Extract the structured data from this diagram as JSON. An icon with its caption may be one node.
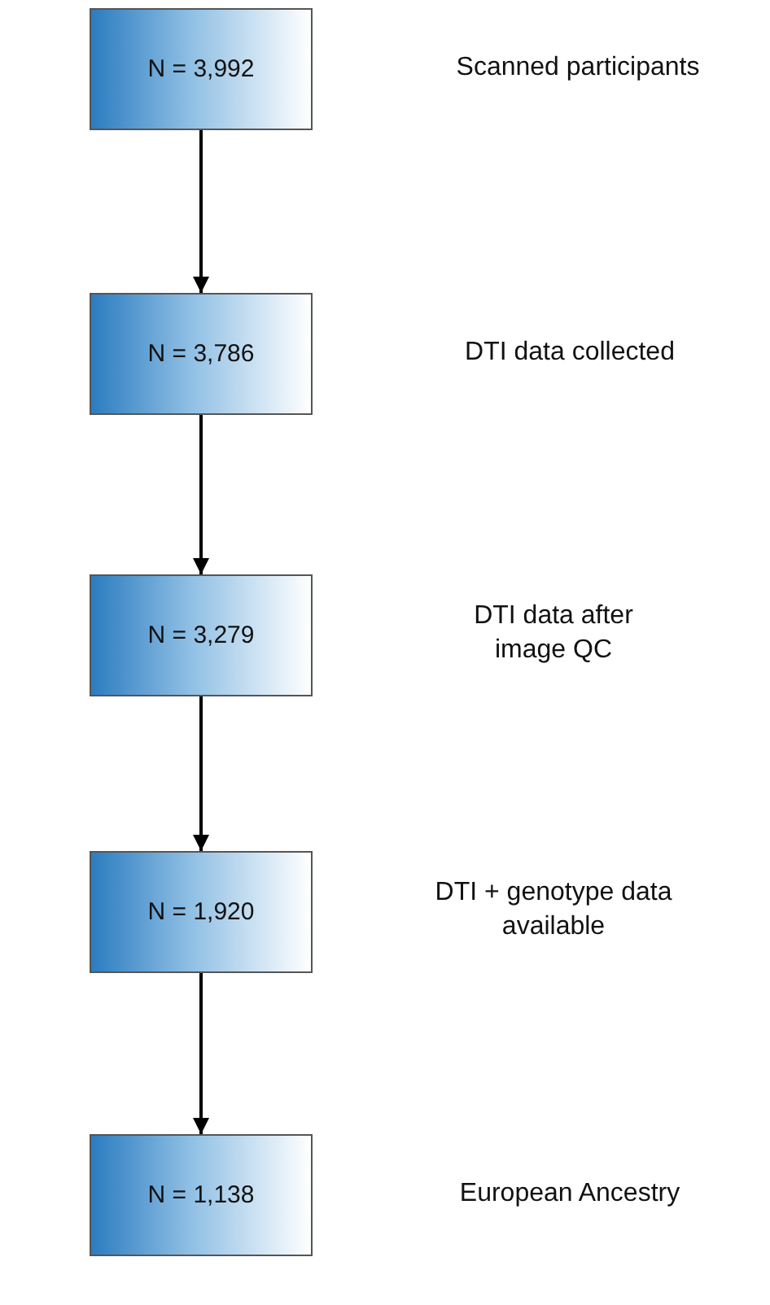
{
  "diagram": {
    "nodes": [
      {
        "text": [
          "N = 3,992"
        ]
      },
      {
        "text": [
          "N = 3,786"
        ]
      },
      {
        "text": [
          "N = 3,279"
        ]
      },
      {
        "text": [
          "N = 1,920"
        ]
      },
      {
        "text": [
          "N = 1,138"
        ]
      }
    ],
    "edges": [
      {
        "from": 0,
        "to": 1,
        "arrow": "to"
      },
      {
        "from": 1,
        "to": 2,
        "arrow": "to"
      },
      {
        "from": 2,
        "to": 3,
        "arrow": "to"
      },
      {
        "from": 3,
        "to": 4,
        "arrow": "to"
      }
    ],
    "labels": [
      "Scanned participants",
      "DTI data collected",
      "DTI data after image QC",
      "DTI + genotype data available",
      "European Ancestry"
    ]
  }
}
